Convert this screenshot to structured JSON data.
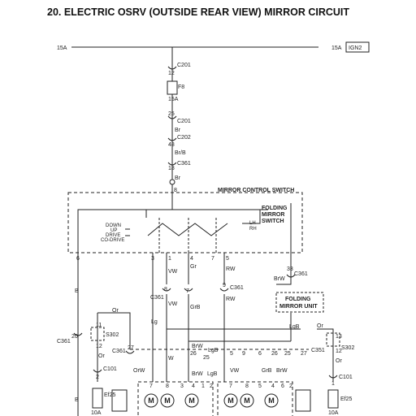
{
  "title": "20. ELECTRIC OSRV (OUTSIDE REAR VIEW) MIRROR CIRCUIT",
  "power": {
    "left_label": "15A",
    "right_label": "15A",
    "ign_label": "IGN2"
  },
  "main_chain": {
    "c201_top": "C201",
    "c201_top_pin": "12",
    "fuse_name": "F8",
    "fuse_rating": "15A",
    "c201_bottom_pin": "25",
    "c201_bottom": "C201",
    "wire_br_1": "Br",
    "c202": "C202",
    "c202_pin": "48",
    "wire_brb": "Br/B",
    "c361_pin": "18",
    "c361": "C361",
    "wire_br_2": "Br",
    "switch_pin_top": "8"
  },
  "switch": {
    "title": "MIRROR CONTROL SWITCH",
    "directions": [
      "DOWN",
      "UP",
      "DRIVE",
      "CO-DRIVE"
    ],
    "lh": "LH",
    "rh": "RH",
    "folding_label": [
      "FOLDING",
      "MIRROR",
      "SWITCH"
    ],
    "pins": {
      "p6": "6",
      "p3": "3",
      "p1": "1",
      "p4": "4",
      "p7": "7",
      "p5": "5"
    }
  },
  "wires": {
    "b_left": "B",
    "vw_1": "VW",
    "gr": "Gr",
    "rw_1": "RW",
    "c361_mid": "C361",
    "pin8": "8",
    "pin7": "7",
    "pin9": "9",
    "vw_2": "VW",
    "grb": "GrB",
    "rw_2": "RW",
    "lg": "Lg",
    "c361_left": "C361",
    "pin20": "20",
    "b_bottom": "B",
    "w": "W",
    "brw_1": "BrW",
    "lgb_1": "LgB",
    "orw": "OrW",
    "vw_bottom": "VW",
    "grb_bottom": "GrB",
    "brw_bottom": "BrW",
    "lgb_bottom": "LgB",
    "brw_2": "BrW",
    "pin33": "33",
    "c361_right": "C361"
  },
  "folding_unit": {
    "line1": "FOLDING",
    "line2": "MIRROR UNIT"
  },
  "left_branch": {
    "or": "Or",
    "s302": "S302",
    "pin11": "11",
    "pin12": "12",
    "or_2": "Or",
    "c101": "C101",
    "pin2": "2",
    "c361": "C361",
    "pin27": "27",
    "fuse_name": "Ef25",
    "fuse_rating": "10A",
    "b_label": "B"
  },
  "right_branch": {
    "or": "Or",
    "s302": "S302",
    "pin13": "13",
    "pin12": "12",
    "or_2": "Or",
    "c101": "C101",
    "pin1": "1",
    "c351": "C351",
    "pin27": "27",
    "fuse_name": "Ef25",
    "fuse_rating": "10A"
  },
  "lgb_label": "LgB",
  "bottom_pins_left": [
    "7",
    "8",
    "3",
    "4",
    "1",
    "2"
  ],
  "bottom_pins_right": [
    "7",
    "8",
    "5",
    "4",
    "6",
    "2"
  ],
  "c361_row_pins": [
    "26",
    "25",
    "5",
    "9",
    "6",
    "26",
    "25",
    "27"
  ]
}
